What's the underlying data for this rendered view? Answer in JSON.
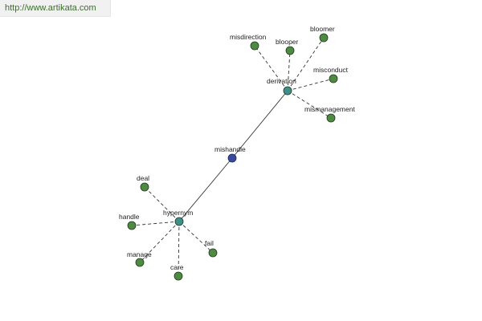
{
  "header": {
    "url": "http://www.artikata.com"
  },
  "colors": {
    "leaf_node": "#4f8a43",
    "hub_node": "#3f8f8c",
    "center_node": "#3a4a9a",
    "node_stroke": "#1e3a1a",
    "edge": "#333333"
  },
  "graph": {
    "center": {
      "label": "mishandle"
    },
    "hubs": {
      "derivation": {
        "label": "derivation"
      },
      "hypernym": {
        "label": "hypernym"
      }
    },
    "derivation_leaves": [
      {
        "label": "misdirection"
      },
      {
        "label": "blooper"
      },
      {
        "label": "bloomer"
      },
      {
        "label": "misconduct"
      },
      {
        "label": "mismanagement"
      }
    ],
    "hypernym_leaves": [
      {
        "label": "deal"
      },
      {
        "label": "handle"
      },
      {
        "label": "manage"
      },
      {
        "label": "care"
      },
      {
        "label": "fail"
      }
    ]
  }
}
